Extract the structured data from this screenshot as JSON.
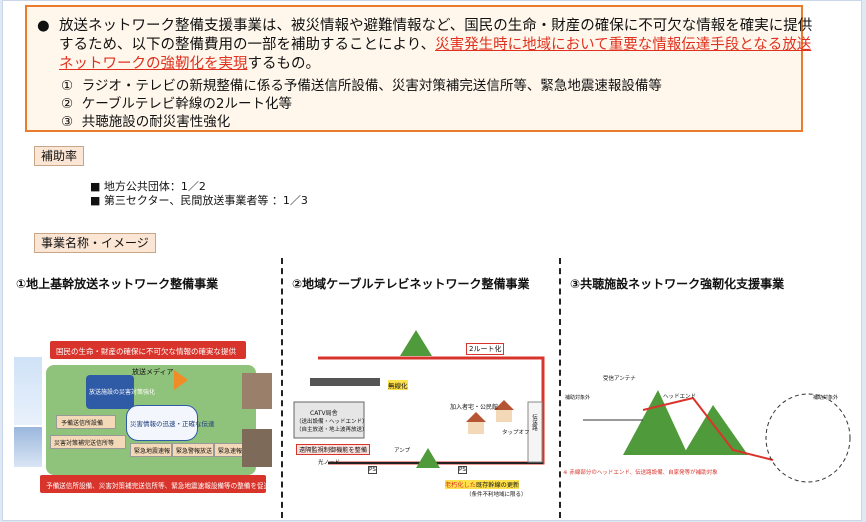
{
  "summary": {
    "bullet": "●",
    "line1": "放送ネットワーク整備支援事業は、被災情報や避難情報など、国民の生命・財産の確保に不可欠な情報を確実に提供",
    "line2_plain": "するため、以下の整備費用の一部を補助することにより、",
    "line2_underline": "災害発生時に地域において重要な情報伝達手段となる放送",
    "line3_underline": "ネットワークの強靭化を実現",
    "line3_plain": "するもの。",
    "items": [
      {
        "num": "①",
        "text": "ラジオ・テレビの新規整備に係る予備送信所設備、災害対策補完送信所等、緊急地震速報設備等"
      },
      {
        "num": "②",
        "text": "ケーブルテレビ幹線の2ルート化等"
      },
      {
        "num": "③",
        "text": "共聴施設の耐災害性強化"
      }
    ]
  },
  "subsidy": {
    "label": "補助率",
    "rates": [
      "■ 地方公共団体：1／2",
      "■ 第三セクター、民間放送事業者等 ：1／3"
    ]
  },
  "projects": {
    "label": "事業名称・イメージ",
    "col1": {
      "title": "①地上基幹放送ネットワーク整備事業",
      "banner": "国民の生命・財産の確保に不可欠な情報の確実な提供",
      "media": "放送メディア",
      "center": "放送施設の災害対策強化",
      "bubble": "災害情報の迅速・正確な伝達",
      "box1": "予備送信所設備",
      "box2": "災害対策補完送信所等",
      "box3": "緊急地震速報",
      "box4": "緊急警報放送",
      "box5": "緊急速報放送",
      "footer": "予備送信所設備、災害対策補完送信所等、緊急地震速報設備等の整備を促進"
    },
    "col2": {
      "title": "②地域ケーブルテレビネットワーク整備事業",
      "route": "2ルート化",
      "wireless": "無線化",
      "catv1": "CATV局舎",
      "catv2": "（送出設備・ヘッドエンド）",
      "catv3": "（自主放送・地上波再放送）",
      "monitor": "遠隔監視制御機能を整備",
      "subscriber": "加入者宅・公民館",
      "tap": "タップオフ",
      "amp": "アンプ",
      "node": "光ノード",
      "ps": "PS",
      "ps2": "PS",
      "aging_a": "老朽化した",
      "aging_b": "既存幹線の更新",
      "aging_note": "（条件不利地域に限る）",
      "vertical": "伝送路"
    },
    "col3": {
      "title": "③共聴施設ネットワーク強靭化支援事業",
      "antenna": "受信アンテナ",
      "headend": "ヘッドエンド",
      "target1": "補助対象外",
      "target2": "補助対象外",
      "note": "※ 赤線部分のヘッドエンド、伝送路設備、自家発等が補助対象"
    }
  }
}
